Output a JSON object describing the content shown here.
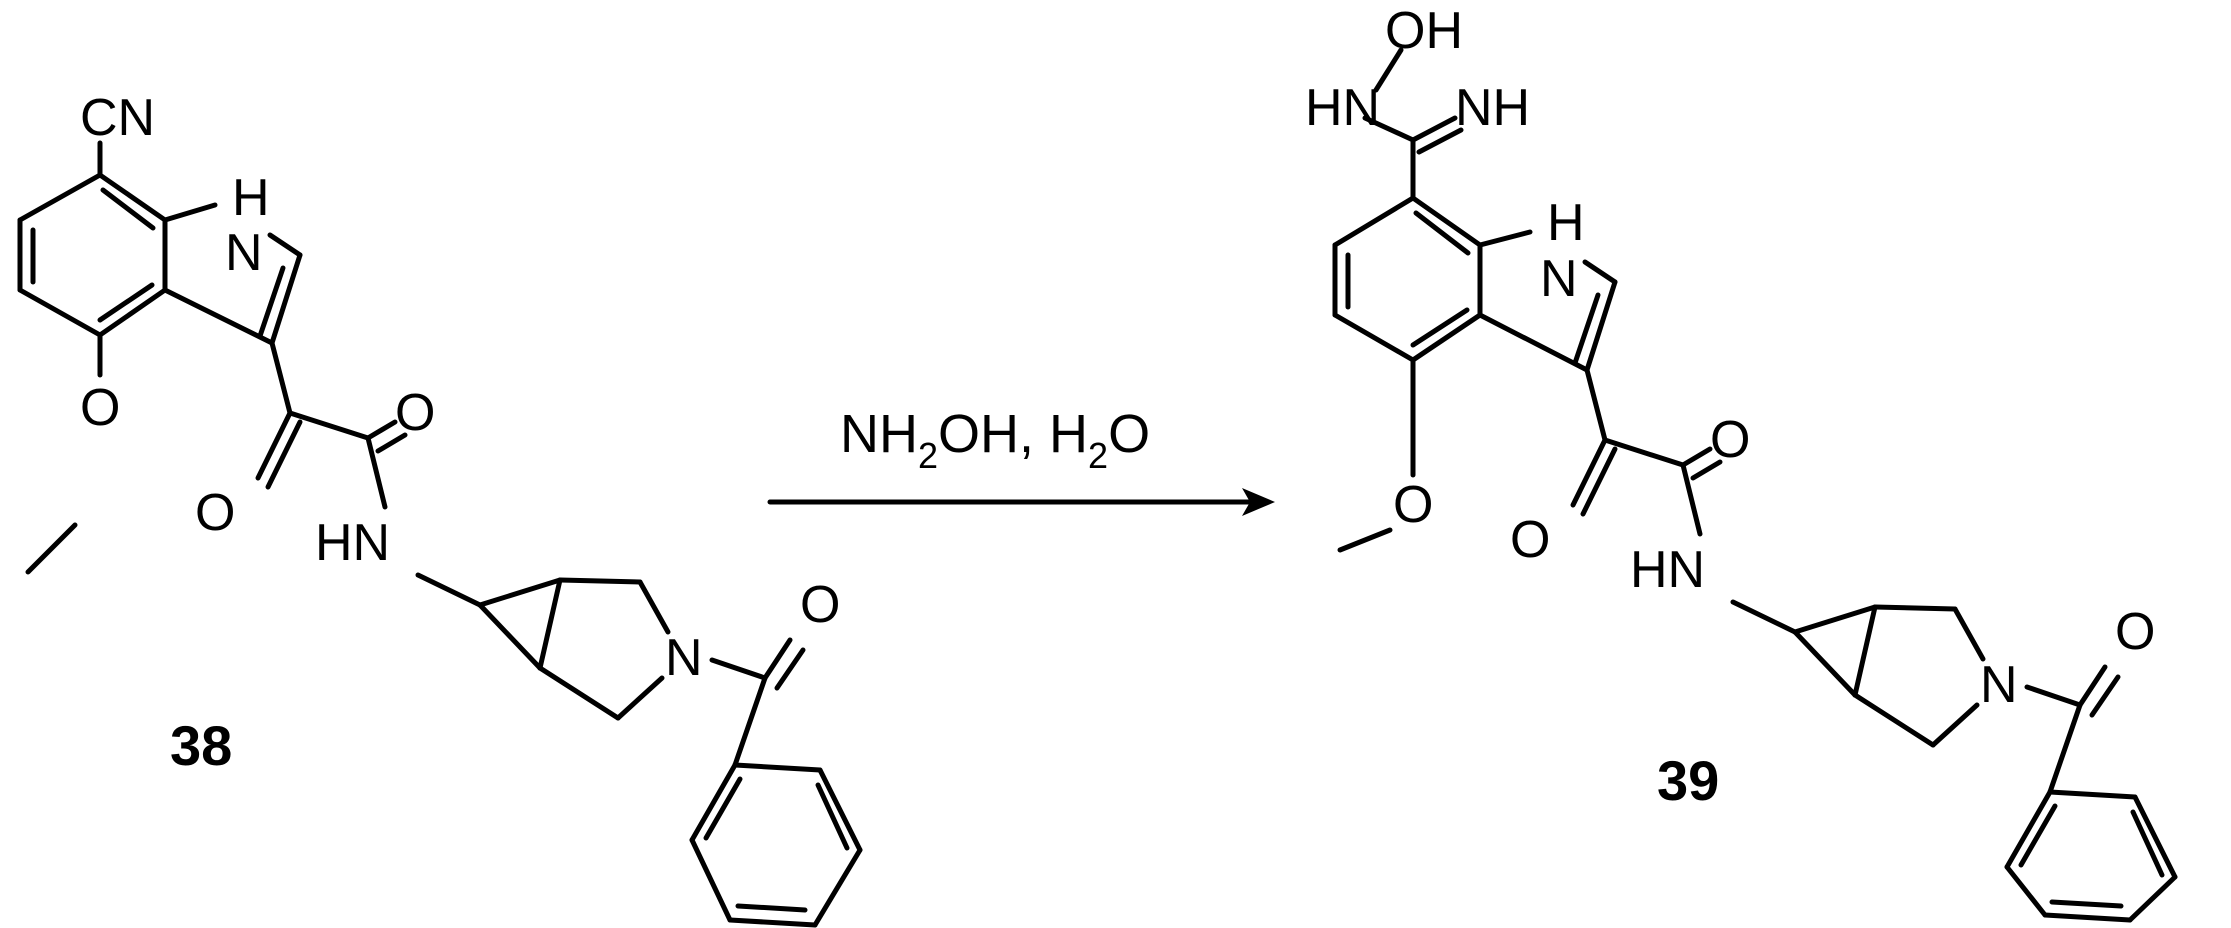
{
  "reaction": {
    "reagents": {
      "part1": "NH",
      "sub1": "2",
      "part2": "OH, H",
      "sub2": "2",
      "part3": "O"
    }
  },
  "reactant": {
    "id": "38",
    "labels": {
      "cn": "CN",
      "h": "H",
      "n": "N",
      "o_ether": "O",
      "o_keto": "O",
      "o_amide": "O",
      "hn": "HN",
      "n_ring": "N",
      "o_benzoyl": "O"
    }
  },
  "product": {
    "id": "39",
    "labels": {
      "oh": "OH",
      "hn_amidoxime": "HN",
      "nh": "NH",
      "h": "H",
      "n": "N",
      "o_ether": "O",
      "o_keto": "O",
      "o_amide": "O",
      "hn": "HN",
      "n_ring": "N",
      "o_benzoyl": "O"
    }
  }
}
